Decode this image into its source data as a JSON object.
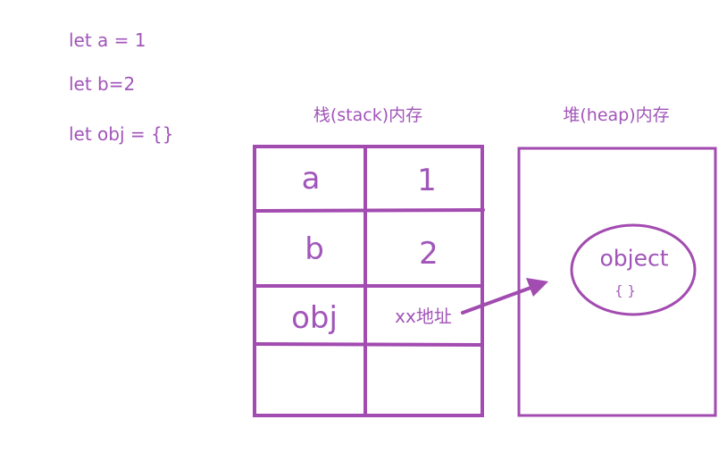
{
  "colors": {
    "accent": "#a155b9",
    "stroke": "#a24bb0"
  },
  "code": {
    "line1": "let a = 1",
    "line2": "let b=2",
    "line3": "let obj = {}"
  },
  "stack": {
    "title": "栈(stack)内存",
    "rows": [
      {
        "name": "a",
        "value": "1"
      },
      {
        "name": "b",
        "value": "2"
      },
      {
        "name": "obj",
        "value": "xx地址"
      },
      {
        "name": "",
        "value": ""
      }
    ]
  },
  "heap": {
    "title": "堆(heap)内存",
    "object_label": "object",
    "object_value": "{ }"
  }
}
